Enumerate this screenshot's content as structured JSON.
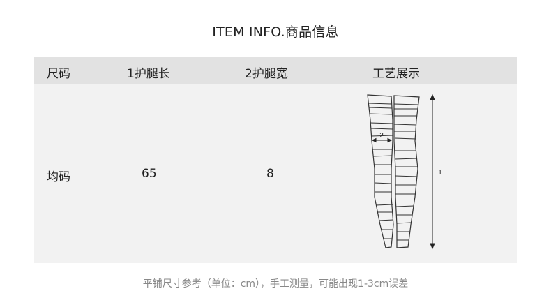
{
  "title": "ITEM INFO.商品信息",
  "table": {
    "headers": [
      "尺码",
      "1护腿长",
      "2护腿宽",
      "工艺展示"
    ],
    "rows": [
      {
        "size": "均码",
        "length": "65",
        "width": "8"
      }
    ]
  },
  "diagram": {
    "label_width": "2",
    "label_length": "1"
  },
  "note": "平铺尺寸参考（单位：cm），手工测量，可能出现1-3cm误差"
}
